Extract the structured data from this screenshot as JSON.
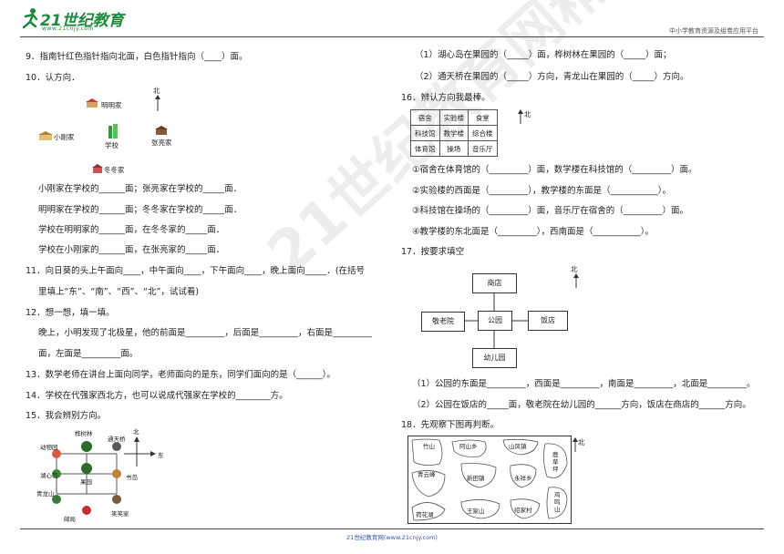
{
  "header": {
    "logo_main": "21世纪教育",
    "logo_url": "www.21cnjy.com",
    "right": "中小学教育资源及组卷应用平台"
  },
  "footer": "21世纪教育网(www.21cnjy.com)",
  "watermark": "21世纪教育网精选资料",
  "q9": "9．指南针红色指针指向北面，白色指针指向（____）面。",
  "q10": {
    "title": "10．认方向．",
    "north": "北",
    "places": [
      "明明家",
      "小刚家",
      "学校",
      "张亮家",
      "冬冬家"
    ],
    "lines": [
      "小刚家在学校的______面；张亮家在学校的_____面．",
      "明明家在学校的______面；冬冬家在学校的_____面．",
      "学校在明明家的______面，在冬冬家的_____面．",
      "学校在小刚家的______面，在张亮家的_____面．"
    ]
  },
  "q11": [
    "11．向日葵的头上午面向____，中午面向____，下午面向____，晚上面向_____．(在括号",
    "里填上“东”、“南”、“西”、“北”，试试看)"
  ],
  "q12": [
    "12．想一想，填一填。",
    "晚上，小明发现了北极星，他的前面是_________，后面是_________，右面是_________",
    "面，左面是_________面。"
  ],
  "q13": "13．数学老师在讲台上面向同学，老师面向的是东，同学们面向的是（______）。",
  "q14": "14．学校在代强家西北方，也可以说成代强家在学校的________方。",
  "q15": {
    "title": "15．我会辨别方向。",
    "labels": [
      "桦树林",
      "通天桥",
      "动物园",
      "北",
      "东",
      "湖心岛",
      "果园",
      "书岛",
      "青龙山",
      "邮局",
      "笑笑家"
    ]
  },
  "right_top": [
    "（1）湖心岛在果园的（_____）面，桦树林在果园的（_____）面；",
    "（2）通天桥在果园的（_____）方向，青龙山在果园的（_____）方向。"
  ],
  "q16": {
    "title": "16．辨认方向我最棒。",
    "table": [
      [
        "宿舍",
        "实验楼",
        "食堂"
      ],
      [
        "科技馆",
        "教学楼",
        "综合楼"
      ],
      [
        "体育馆",
        "操场",
        "音乐厅"
      ]
    ],
    "north": "北",
    "lines": [
      "①宿舍在体育馆的（_________）面，数学楼在科技馆的（_________）面。",
      "②实验楼的西面是（_________），教学楼的东面是（___________）。",
      "③科技馆在操场的（_________）面，音乐厅在宿舍的（_________）面。",
      "④教学楼的东北面是（_________），西南面是（___________）。"
    ]
  },
  "q17": {
    "title": "17．按要求填空",
    "boxes": [
      "商店",
      "敬老院",
      "公园",
      "饭店",
      "幼儿园"
    ],
    "north": "北",
    "lines": [
      "（1）公园的东面是_________，西面是_________，南面是_________，北面是_________。",
      "（2）公园在饭店的_____面，敬老院在幼儿园的______方向，饭店在商店的______方向。"
    ]
  },
  "q18": {
    "title": "18．先观察下图再判断。",
    "north": "北",
    "places": [
      "竹山",
      "阿山乡",
      "山风镇",
      "鹿草坪",
      "青云峰",
      "新田镇",
      "永祥乡",
      "荷花湖",
      "王家山",
      "绍家村",
      "鸡鸣山"
    ]
  }
}
